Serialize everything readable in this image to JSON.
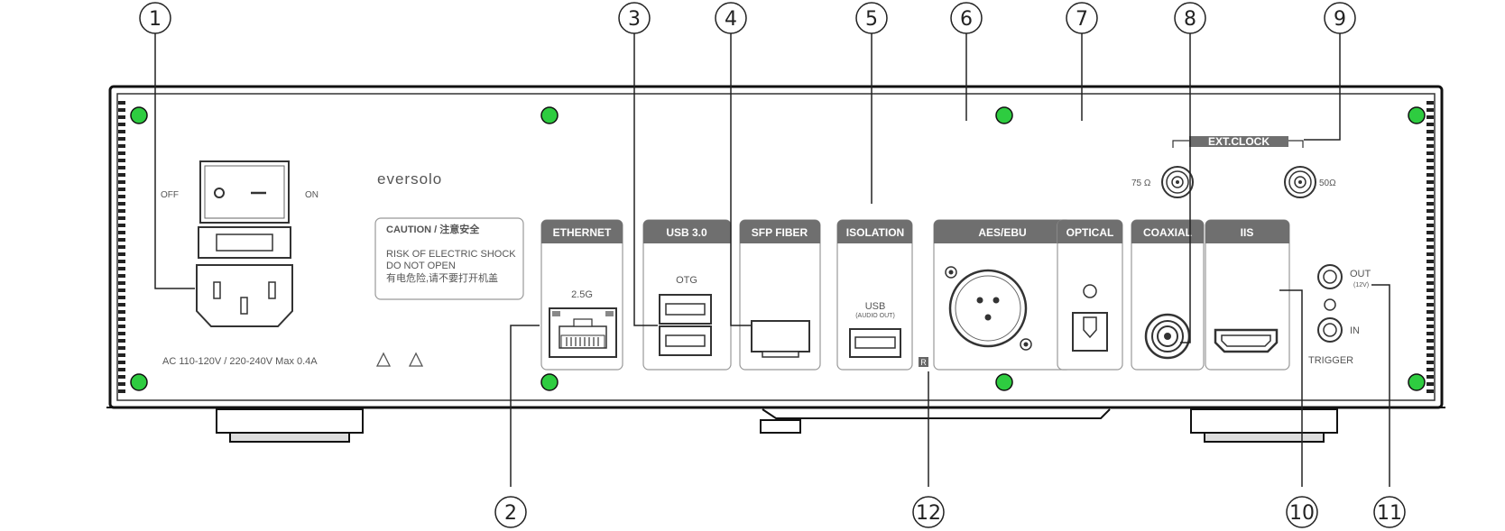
{
  "brand": "eversolo",
  "callouts": [
    "1",
    "2",
    "3",
    "4",
    "5",
    "6",
    "7",
    "8",
    "9",
    "10",
    "11",
    "12"
  ],
  "power": {
    "off": "OFF",
    "on": "ON",
    "rating": "AC 110-120V / 220-240V Max 0.4A"
  },
  "caution": {
    "title": "CAUTION / 注意安全",
    "line1": "RISK OF ELECTRIC SHOCK",
    "line2": "DO NOT OPEN",
    "line3": "有电危险,请不要打开机盖"
  },
  "panels": {
    "ethernet": {
      "header": "ETHERNET",
      "sub": "2.5G"
    },
    "usb3": {
      "header": "USB 3.0",
      "sub": "OTG"
    },
    "sfp": {
      "header": "SFP FIBER"
    },
    "isolation": {
      "header": "ISOLATION",
      "sub": "USB",
      "sub2": "(AUDIO OUT)"
    },
    "aes": {
      "header": "AES/EBU"
    },
    "optical": {
      "header": "OPTICAL"
    },
    "coaxial": {
      "header": "COAXIAL"
    },
    "iis": {
      "header": "IIS"
    }
  },
  "ext_clock": {
    "label": "EXT.CLOCK",
    "left": "75 Ω",
    "right": "50Ω"
  },
  "trigger": {
    "out": "OUT",
    "out_sub": "(12V)",
    "in": "IN",
    "label": "TRIGGER"
  },
  "r_mark": "R",
  "colors": {
    "screw": "#2ecc40",
    "header_bg": "#6f6f6f",
    "chassis": "#111111"
  }
}
